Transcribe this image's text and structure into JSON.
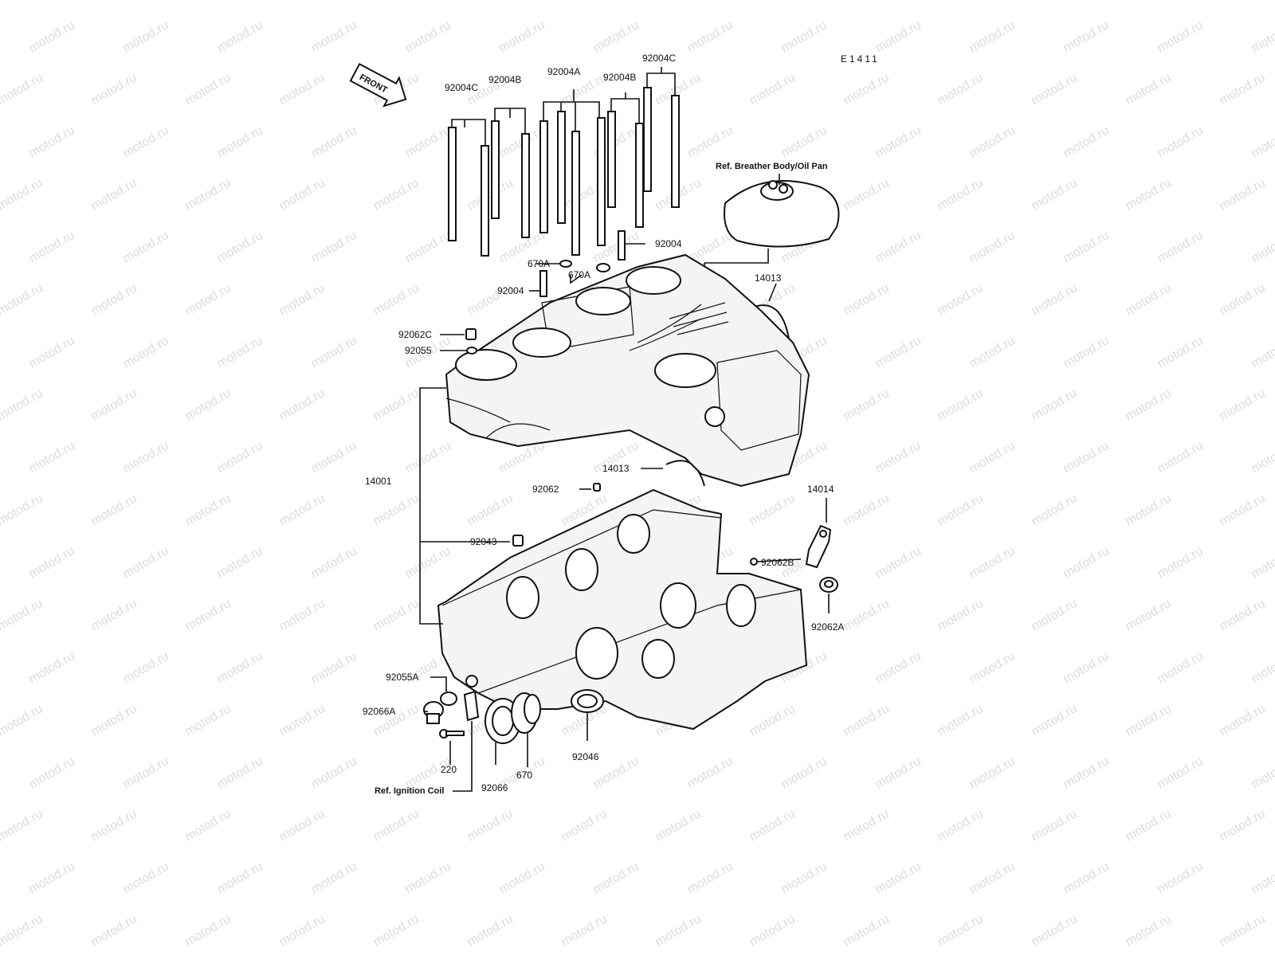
{
  "diagram": {
    "code": "E1411",
    "front_label": "FRONT",
    "watermark": "motod.ru",
    "callouts": {
      "c_92004C_left": "92004C",
      "c_92004B_left": "92004B",
      "c_92004A": "92004A",
      "c_92004B_right": "92004B",
      "c_92004C_right": "92004C",
      "c_92004_right": "92004",
      "c_670A_left": "670A",
      "c_670A_right": "670A",
      "c_92004_left": "92004",
      "c_92062C": "92062C",
      "c_92055": "92055",
      "c_14001": "14001",
      "c_14013_top": "14013",
      "c_14013_mid": "14013",
      "c_92062": "92062",
      "c_14014": "14014",
      "c_92043": "92043",
      "c_92062B": "92062B",
      "c_92062A": "92062A",
      "c_92055A": "92055A",
      "c_92066A": "92066A",
      "c_220": "220",
      "c_92066": "92066",
      "c_670": "670",
      "c_92046": "92046"
    },
    "references": {
      "breather": "Ref. Breather Body/Oil Pan",
      "ignition": "Ref. Ignition Coil"
    }
  }
}
